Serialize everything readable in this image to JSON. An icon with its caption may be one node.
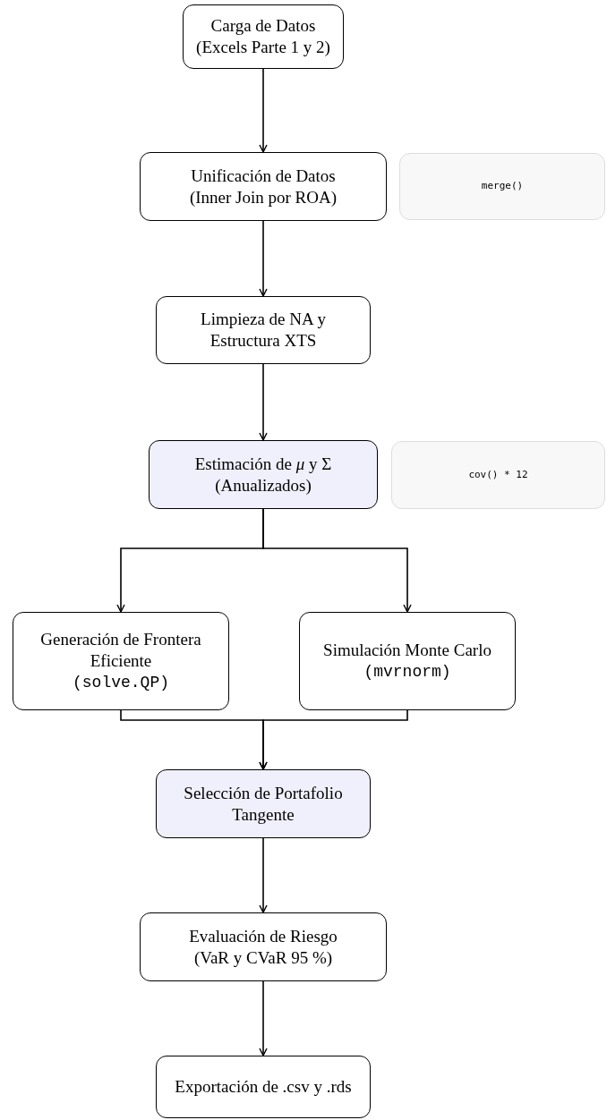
{
  "diagram": {
    "nodes": [
      {
        "text": [
          "Carga de Datos",
          "(Excels Parte 1 y 2)"
        ]
      },
      {
        "text": [
          "Unificación de Datos",
          "(Inner Join por ROA)"
        ]
      },
      {
        "text": [
          "merge()"
        ]
      },
      {
        "text": [
          "Limpieza de NA y Estructura XTS"
        ]
      },
      {
        "text": [
          "Estimación de *μ* y Σ (Anualizados)"
        ]
      },
      {
        "text": [
          "cov() * 12"
        ]
      },
      {
        "text": [
          "Generación de Frontera Eficiente",
          "(solve.QP)"
        ]
      },
      {
        "text": [
          "Simulación Monte Carlo",
          "(mvrnorm)"
        ]
      },
      {
        "text": [
          "Selección de Portafolio Tangente"
        ]
      },
      {
        "text": [
          "Evaluación de Riesgo",
          "(VaR y CVaR 95 %)"
        ]
      },
      {
        "text": [
          "Exportación de .csv y .rds"
        ]
      }
    ],
    "edges": [
      {
        "from": 0,
        "to": 1,
        "arrow": "to"
      },
      {
        "from": 1,
        "to": 3,
        "arrow": "to"
      },
      {
        "from": 3,
        "to": 4,
        "arrow": "to"
      },
      {
        "from": 4,
        "to": 6,
        "arrow": "to"
      },
      {
        "from": 4,
        "to": 7,
        "arrow": "to"
      },
      {
        "from": 6,
        "to": 8,
        "arrow": "to"
      },
      {
        "from": 7,
        "to": 8,
        "arrow": "to"
      },
      {
        "from": 8,
        "to": 9,
        "arrow": "to"
      },
      {
        "from": 9,
        "to": 10,
        "arrow": "to"
      }
    ]
  }
}
